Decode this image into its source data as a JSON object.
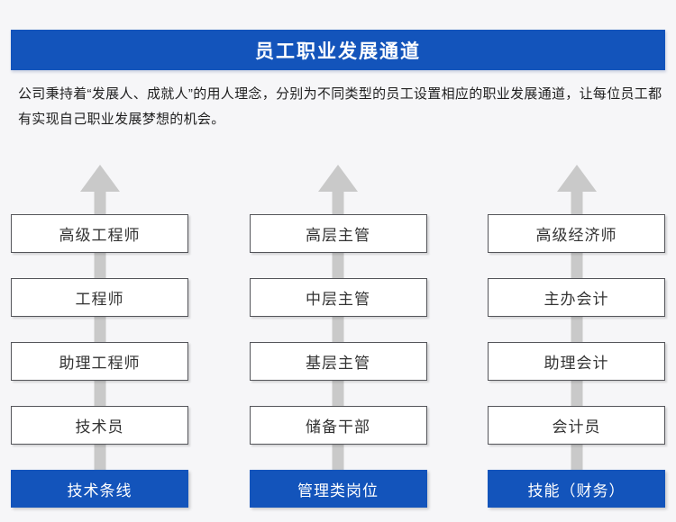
{
  "header": {
    "title": "员工职业发展通道"
  },
  "intro": {
    "text": "公司秉持着“发展人、成就人”的用人理念，分别为不同类型的员工设置相应的职业发展通道，让每位员工都有实现自己职业发展梦想的机会。"
  },
  "colors": {
    "accent_blue": "#1354bb",
    "arrow_gray": "#c9c9c9",
    "box_border": "#54555a",
    "background": "#f6f6f8"
  },
  "tracks": [
    {
      "name": "技术条线",
      "levels": [
        "技术员",
        "助理工程师",
        "工程师",
        "高级工程师"
      ]
    },
    {
      "name": "管理类岗位",
      "levels": [
        "储备干部",
        "基层主管",
        "中层主管",
        "高层主管"
      ]
    },
    {
      "name": "技能（财务）",
      "levels": [
        "会计员",
        "助理会计",
        "主办会计",
        "高级经济师"
      ]
    }
  ]
}
